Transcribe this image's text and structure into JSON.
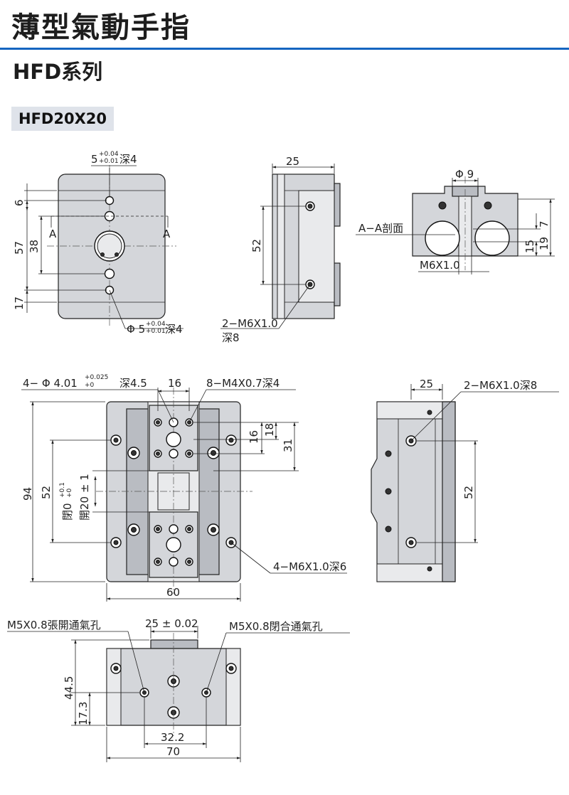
{
  "header": {
    "title": "薄型氣動手指",
    "series": "HFD系列",
    "model": "HFD20X20"
  },
  "front_view": {
    "top_hole": {
      "base": "5",
      "tol_upper": "+0.04",
      "tol_lower": "+0.01",
      "depth": "深4"
    },
    "bottom_hole": {
      "base": "Φ 5",
      "tol_upper": "+0.04",
      "tol_lower": "+0.01",
      "depth": "深4"
    },
    "dim_6": "6",
    "dim_57": "57",
    "dim_38": "38",
    "dim_17": "17",
    "section_mark": "A"
  },
  "side_view": {
    "dim_25": "25",
    "dim_52": "52",
    "thread_label": "2−M6X1.0",
    "thread_depth": "深8"
  },
  "section_view": {
    "label": "A−A剖面",
    "dia_9": "Φ 9",
    "thread": "M6X1.0",
    "dim_7": "7",
    "dim_15": "15",
    "dim_19": "19"
  },
  "top_view": {
    "pin_holes": {
      "prefix": "4− Φ 4.01",
      "tol_upper": "+0.025",
      "tol_lower": "+0",
      "depth": "深4.5"
    },
    "dim_16_top": "16",
    "tapped_holes": "8−M4X0.7深4",
    "dim_16": "16",
    "dim_18": "18",
    "dim_31": "31",
    "dim_94": "94",
    "dim_52": "52",
    "closed": {
      "prefix": "閉0",
      "tol_upper": "+0.1",
      "tol_lower": "+0"
    },
    "open": "開20 ± 1",
    "bottom_holes": "4−M6X1.0深6",
    "dim_60": "60"
  },
  "right_view": {
    "dim_25": "25",
    "thread": "2−M6X1.0深8",
    "dim_52": "52"
  },
  "bottom_view": {
    "open_port": "M5X0.8張開通氣孔",
    "dim_25": "25 ± 0.02",
    "close_port": "M5X0.8閉合通氣孔",
    "dim_44_5": "44.5",
    "dim_17_3": "17.3",
    "dim_32_2": "32.2",
    "dim_70": "70"
  }
}
